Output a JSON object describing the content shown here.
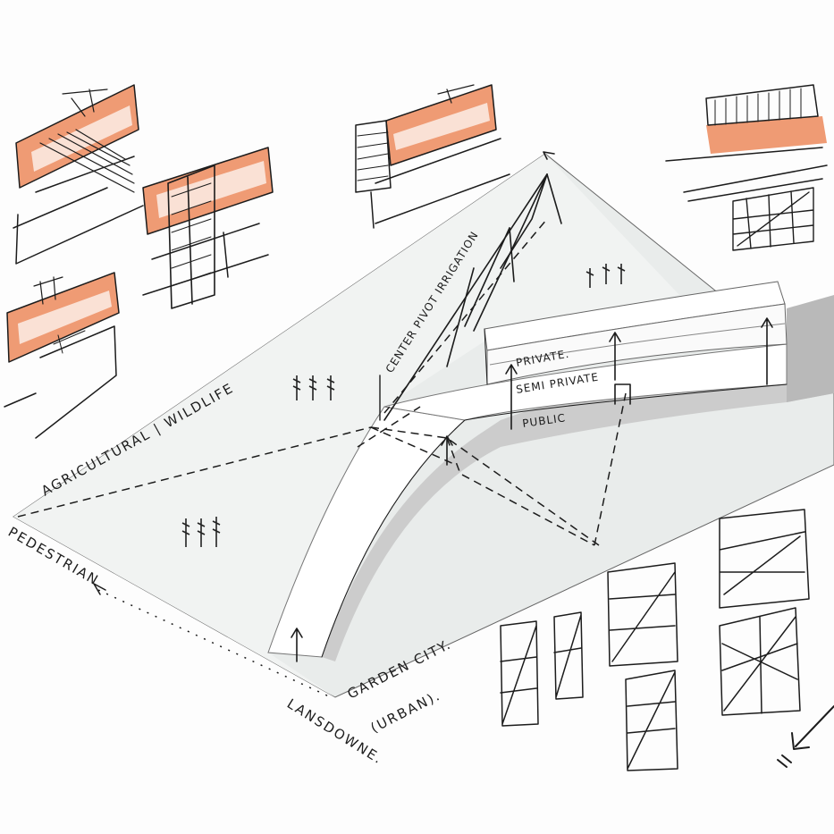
{
  "labels": {
    "agricultural": "AGRICULTURAL | WILDLIFE",
    "pedestrian": "PEDESTRIAN",
    "lansdowne": "LANSDOWNE.",
    "garden_city": "GARDEN CITY.",
    "urban": "(URBAN).",
    "center_pivot": "CENTER PIVOT IRRIGATION",
    "private": "PRIVATE.",
    "semi_private": "SEMI PRIVATE",
    "public": "PUBLIC"
  },
  "colors": {
    "accent": "#ec8a5c",
    "ground": "#e9eceb",
    "shadow": "#c9c9c9",
    "ink": "#1c1c1c"
  },
  "icons": {
    "north_arrow": "arrow-down-left-icon",
    "trees": "tree-cluster-icon"
  }
}
